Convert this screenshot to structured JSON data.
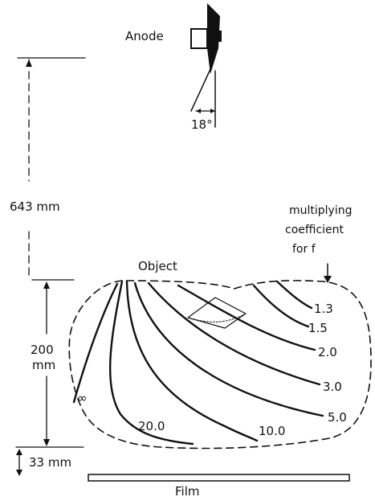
{
  "labels": {
    "anode": "Anode",
    "angle": "18°",
    "distance_source": "643 mm",
    "coefficient_line1": "multiplying",
    "coefficient_line2": "coefficient",
    "coefficient_line3": "for   f",
    "object": "Object",
    "object_height_line1": "200",
    "object_height_line2": "mm",
    "gap": "33 mm",
    "film": "Film"
  },
  "contours": [
    {
      "value": "1.3"
    },
    {
      "value": "1.5"
    },
    {
      "value": "2.0"
    },
    {
      "value": "3.0"
    },
    {
      "value": "5.0"
    },
    {
      "value": "10.0"
    },
    {
      "value": "20.0"
    },
    {
      "value": "∞"
    }
  ],
  "colors": {
    "ink": "#111111",
    "background": "#ffffff"
  }
}
